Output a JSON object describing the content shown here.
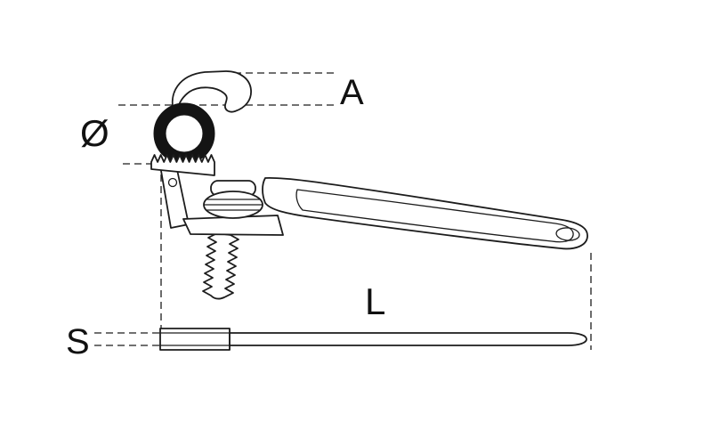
{
  "diagram": {
    "labels": {
      "dim_a": "A",
      "dim_diameter": "Ø",
      "dim_length": "L",
      "dim_thickness": "S"
    },
    "colors": {
      "line": "#1c1c1c",
      "background": "#ffffff"
    }
  }
}
